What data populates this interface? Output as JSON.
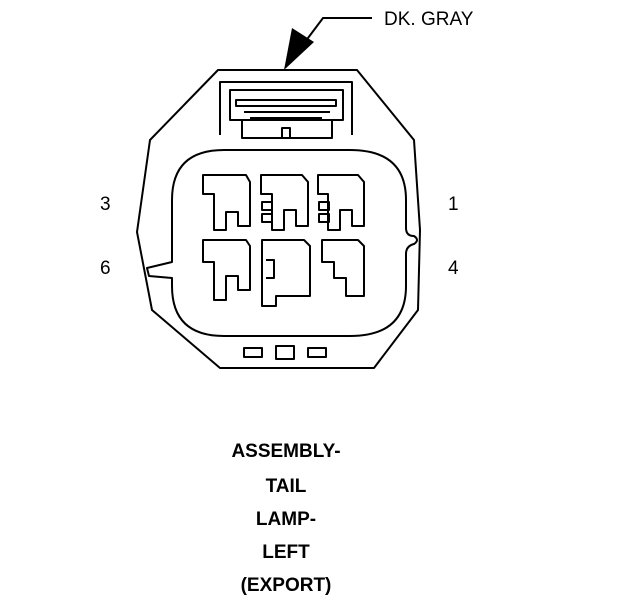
{
  "callout": {
    "label": "DK. GRAY"
  },
  "pins": {
    "pin_1": "1",
    "pin_3": "3",
    "pin_4": "4",
    "pin_6": "6"
  },
  "caption": {
    "lines": [
      "ASSEMBLY-",
      "TAIL",
      "LAMP-",
      "LEFT",
      "(EXPORT)"
    ]
  },
  "colors": {
    "line": "#000000",
    "background": "#ffffff"
  }
}
